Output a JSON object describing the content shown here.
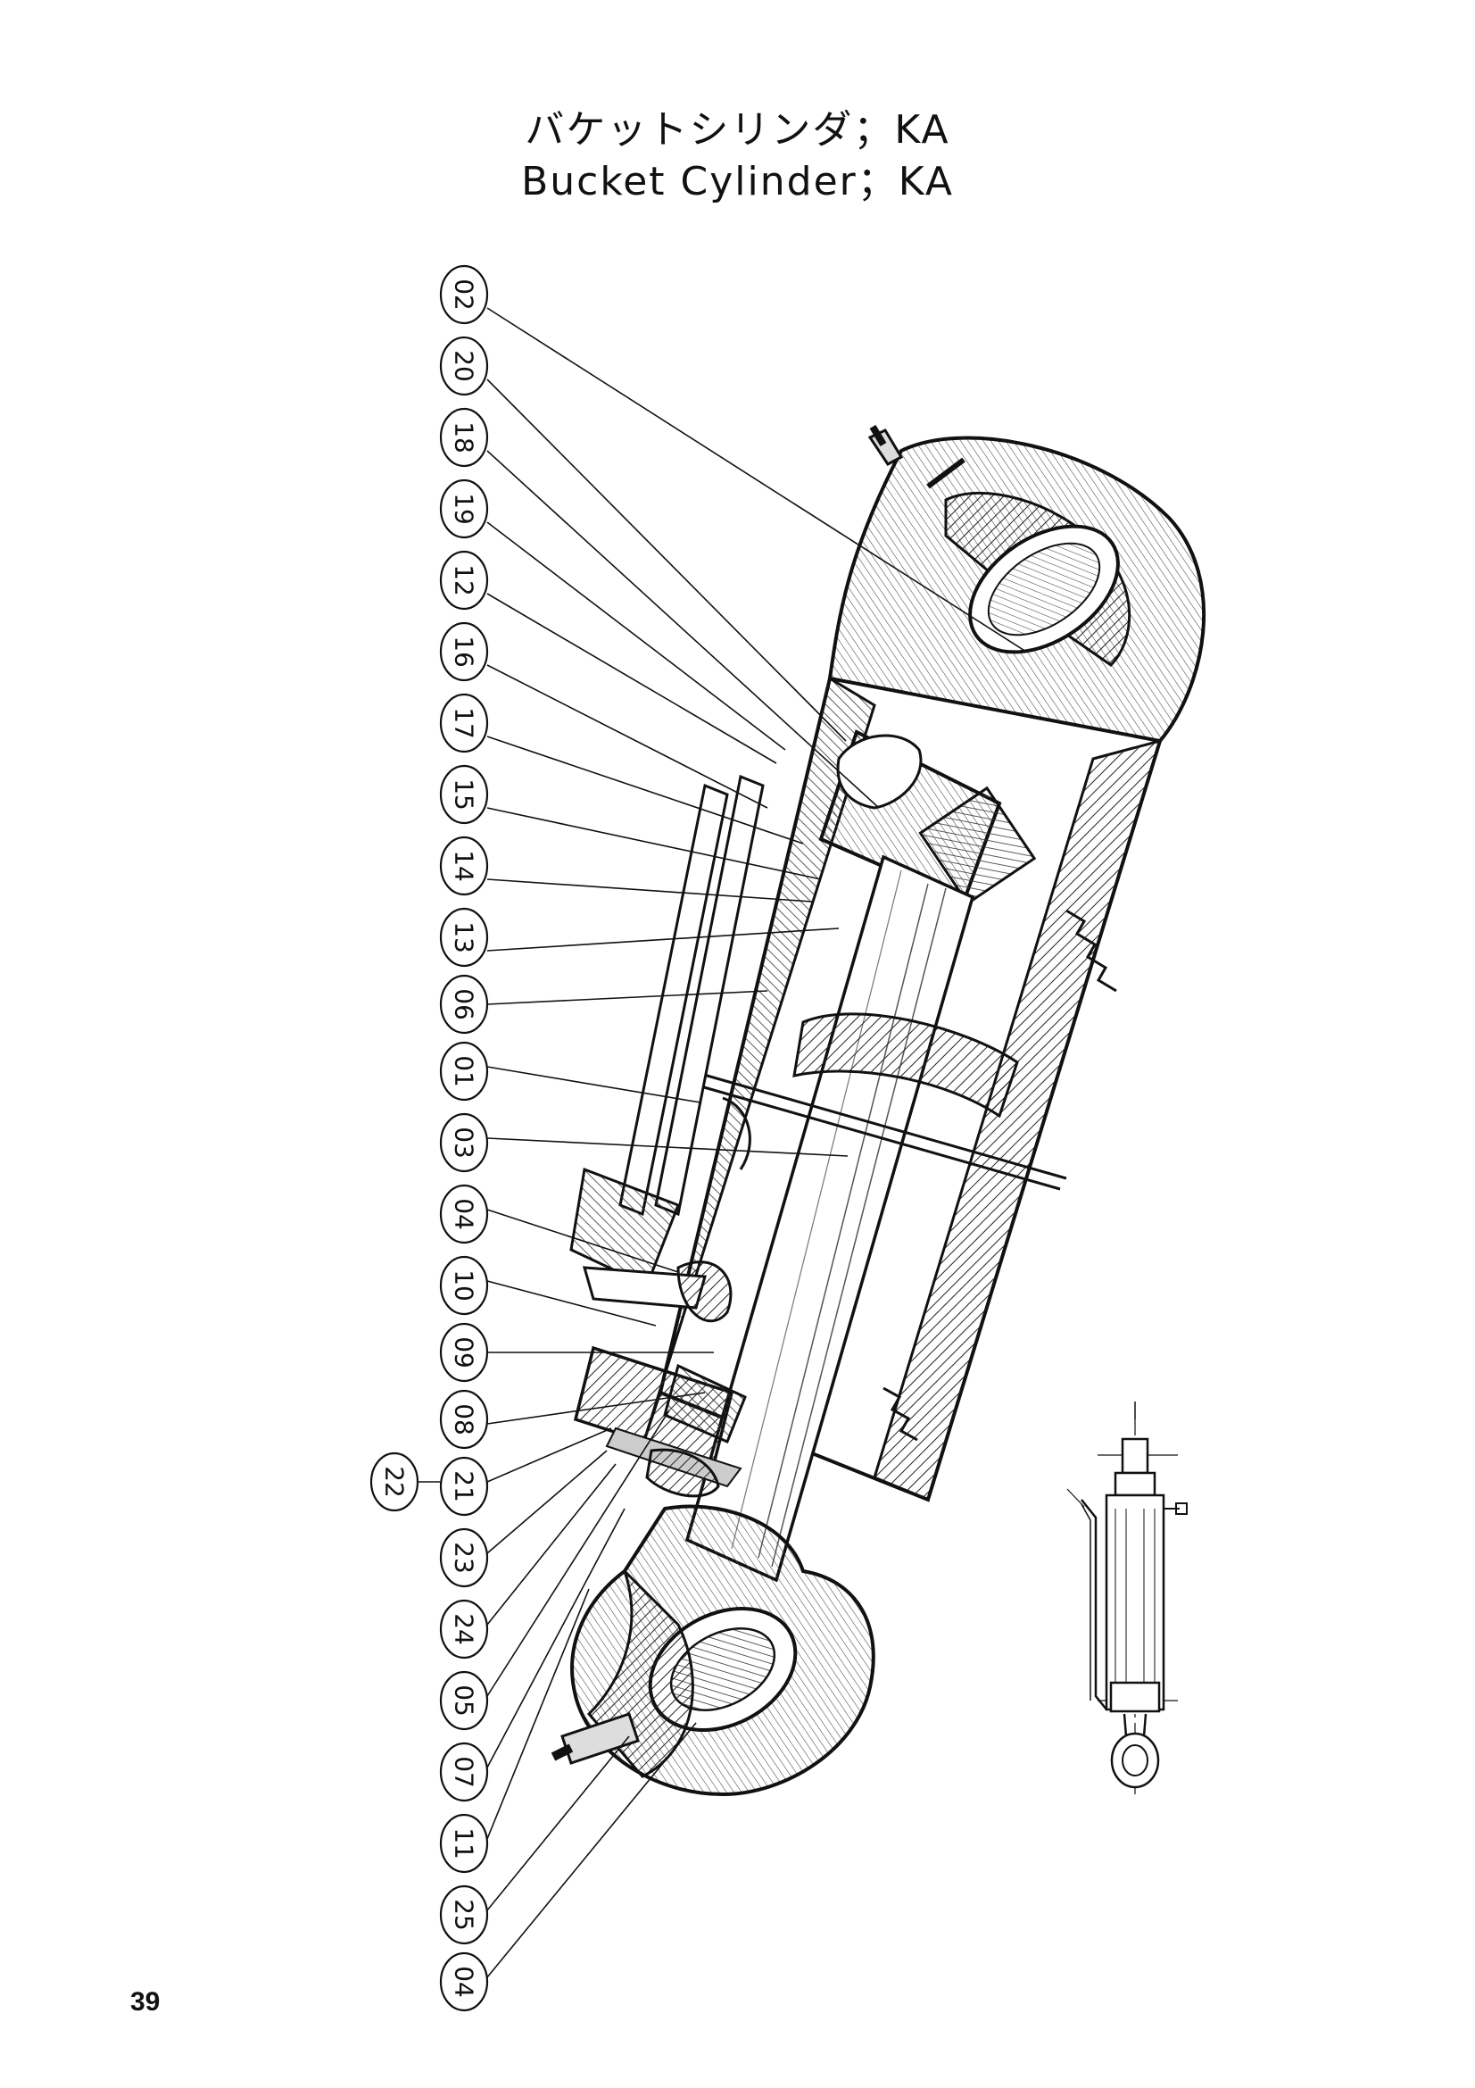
{
  "header": {
    "title_jp": "バケットシリンダ；KA",
    "title_en": "Bucket Cylinder；KA"
  },
  "footer": {
    "page_number": "39"
  },
  "illustration": {
    "subject": "Bucket Cylinder",
    "callouts": [
      "02",
      "20",
      "18",
      "19",
      "12",
      "16",
      "17",
      "15",
      "14",
      "13",
      "06",
      "01",
      "03",
      "04",
      "10",
      "09",
      "08",
      "21",
      "23",
      "24",
      "05",
      "07",
      "11",
      "25",
      "04"
    ],
    "group_callout": "22"
  }
}
